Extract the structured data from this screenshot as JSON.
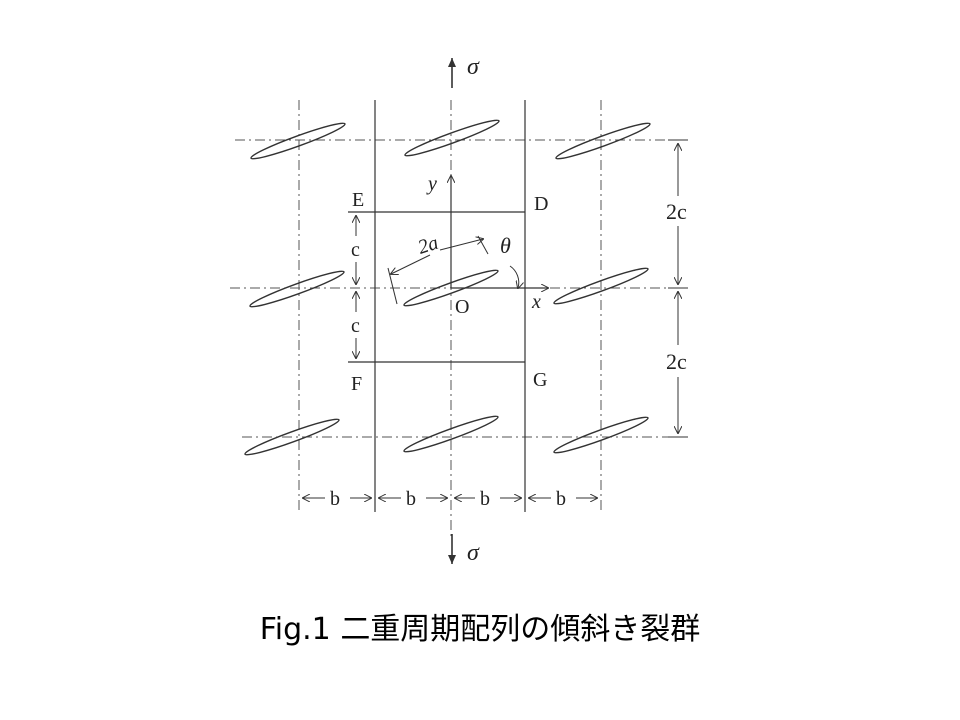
{
  "figure": {
    "stress_symbol": "σ",
    "points": {
      "E": "E",
      "D": "D",
      "F": "F",
      "G": "G",
      "O": "O"
    },
    "axes": {
      "x": "x",
      "y": "y"
    },
    "crack_length": "2a",
    "angle": "θ",
    "vertical_spacing_half": "c",
    "vertical_spacing_full": "2c",
    "horizontal_spacing": "b"
  },
  "caption": {
    "prefix": "Fig.1",
    "text": "二重周期配列の傾斜き裂群"
  }
}
